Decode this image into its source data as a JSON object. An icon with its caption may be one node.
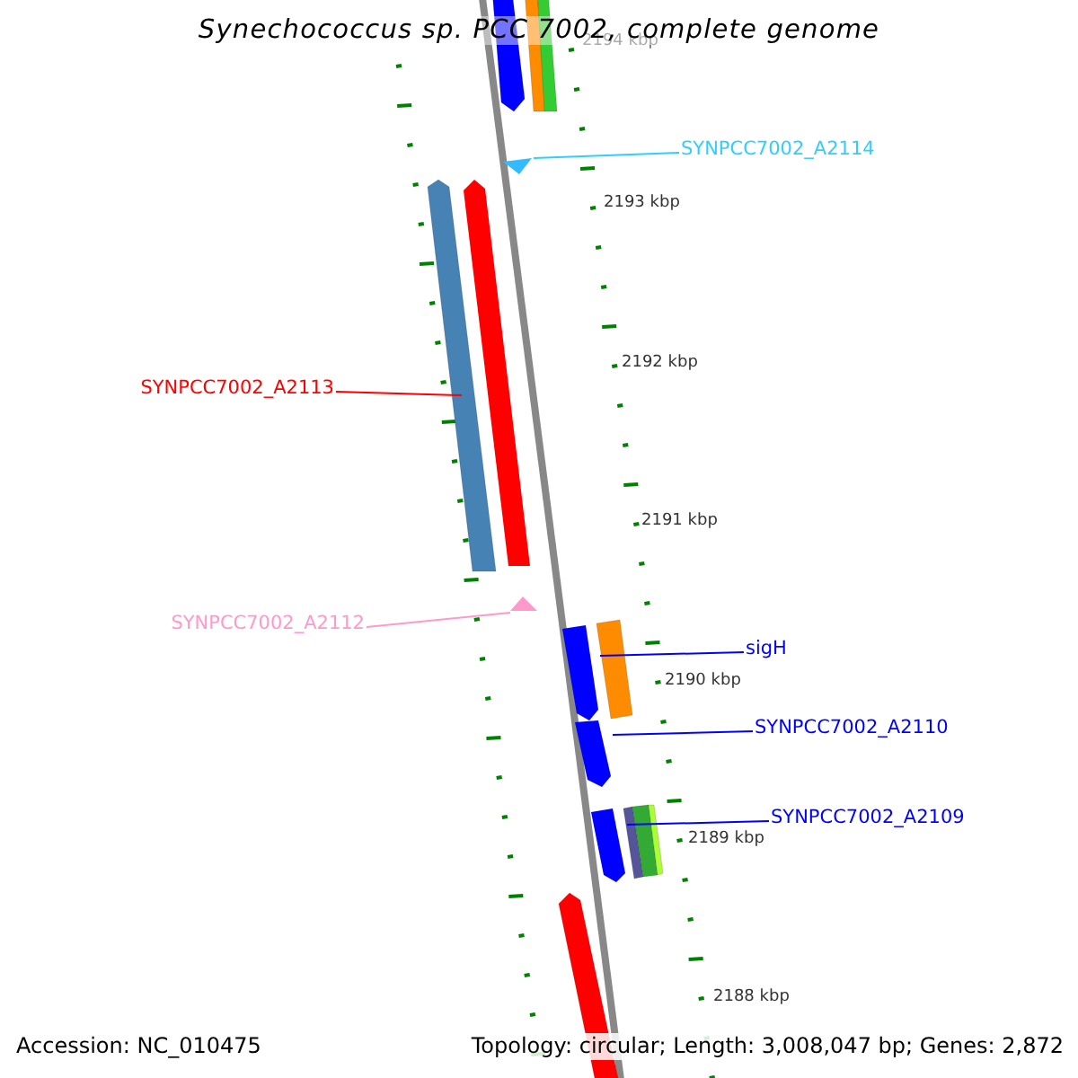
{
  "diagram": {
    "title": "Synechococcus sp. PCC 7002, complete genome",
    "nodes": [
      {
        "text": [
          "SYNPCC7002_A2114"
        ]
      },
      {
        "text": [],
        "shape": "bar"
      },
      {
        "text": [
          "SYNPCC7002_A2113"
        ]
      },
      {
        "text": [],
        "shape": "bar"
      },
      {
        "text": [
          "SYNPCC7002_A2112"
        ]
      },
      {
        "text": [],
        "shape": "bar"
      },
      {
        "text": [
          "sigH"
        ]
      },
      {
        "text": [],
        "shape": "bar"
      },
      {
        "text": [
          "SYNPCC7002_A2110"
        ]
      },
      {
        "text": [],
        "shape": "bar"
      },
      {
        "text": [
          "SYNPCC7002_A2109"
        ]
      },
      {
        "text": [],
        "shape": "bar"
      }
    ],
    "edges": [
      {
        "from": 0,
        "to": 1,
        "arrow": "none",
        "color": "#33ccff"
      },
      {
        "from": 2,
        "to": 3,
        "arrow": "none",
        "color": "#ff0000"
      },
      {
        "from": 4,
        "to": 5,
        "arrow": "none",
        "color": "#ff99cc"
      },
      {
        "from": 6,
        "to": 7,
        "arrow": "none"
      },
      {
        "from": 8,
        "to": 9,
        "arrow": "none"
      },
      {
        "from": 10,
        "to": 11,
        "arrow": "none"
      }
    ],
    "labels": [
      "2194 kbp",
      "2193 kbp",
      "2192 kbp",
      "2191 kbp",
      "2190 kbp",
      "2189 kbp",
      "2188 kbp",
      "Accession: NC_010475",
      "Topology: circular; Length: 3,008,047 bp; Genes: 2,872"
    ]
  }
}
